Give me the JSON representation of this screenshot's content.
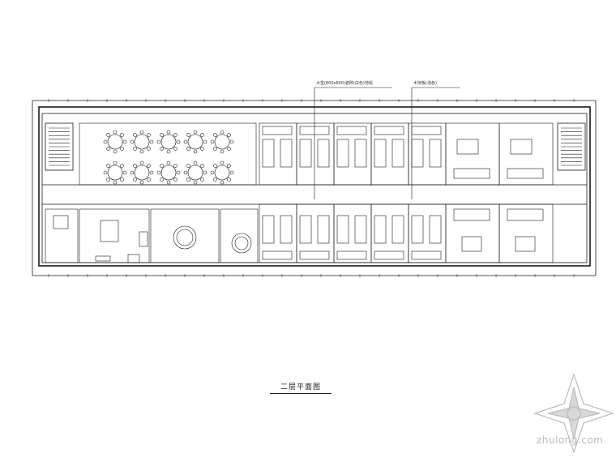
{
  "drawing": {
    "title": "二层平面图",
    "callouts": [
      "大堂(800x800)瓷砖(白色)地毯",
      "木地板(浅色)"
    ],
    "watermark": {
      "text": "zhulong.com",
      "logo": "zhulong-compass-logo"
    }
  },
  "rooms": {
    "dining_hall": {
      "round_tables": 10
    },
    "private_dining": {
      "round_tables": 2
    },
    "guest_rooms_north": 5,
    "guest_rooms_south": 5,
    "suites": 4,
    "stairs": 2
  }
}
